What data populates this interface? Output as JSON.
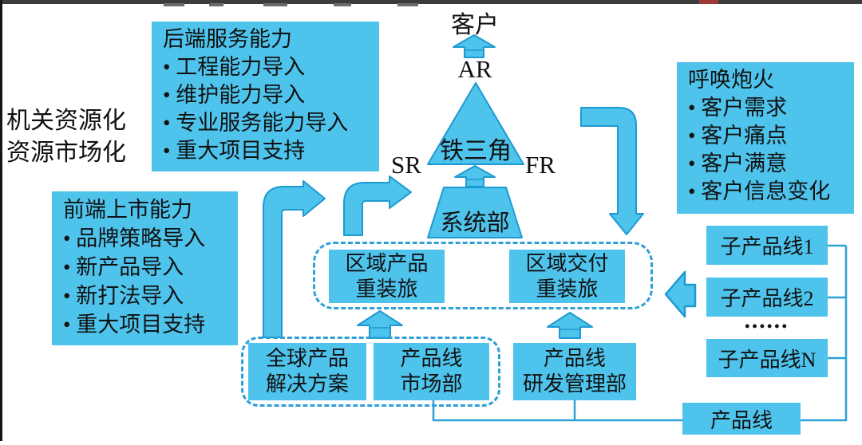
{
  "side_labels": {
    "line1": "机关资源化",
    "line2": "资源市场化"
  },
  "top_center": {
    "customer": "客户",
    "ar": "AR",
    "sr": "SR",
    "fr": "FR",
    "triangle_label": "铁三角",
    "system_dept": "系统部"
  },
  "boxes": {
    "backend": {
      "title": "后端服务能力",
      "bullets": [
        "• 工程能力导入",
        "• 维护能力导入",
        "• 专业服务能力导入",
        "• 重大项目支持"
      ]
    },
    "frontend": {
      "title": "前端上市能力",
      "bullets": [
        "• 品牌策略导入",
        "• 新产品导入",
        "• 新打法导入",
        "• 重大项目支持"
      ]
    },
    "fire": {
      "title": "呼唤炮火",
      "bullets": [
        "• 客户需求",
        "• 客户痛点",
        "• 客户满意",
        "• 客户信息变化"
      ]
    },
    "regional_product": {
      "line1": "区域产品",
      "line2": "重装旅"
    },
    "regional_delivery": {
      "line1": "区域交付",
      "line2": "重装旅"
    },
    "global_solution": {
      "line1": "全球产品",
      "line2": "解决方案"
    },
    "pl_marketing": {
      "line1": "产品线",
      "line2": "市场部"
    },
    "pl_rnd": {
      "line1": "产品线",
      "line2": "研发管理部"
    },
    "sub_pl_1": "子产品线1",
    "sub_pl_2": "子产品线2",
    "sub_pl_dots": "••••••",
    "sub_pl_n": "子产品线N",
    "product_line": "产品线"
  },
  "colors": {
    "box_fill": "#4ec3ec",
    "outline": "#1d9ad2",
    "dashed": "#2da0d8",
    "text": "#111111",
    "frame": "#3c3c3c",
    "red_mark": "#9e3a35"
  }
}
